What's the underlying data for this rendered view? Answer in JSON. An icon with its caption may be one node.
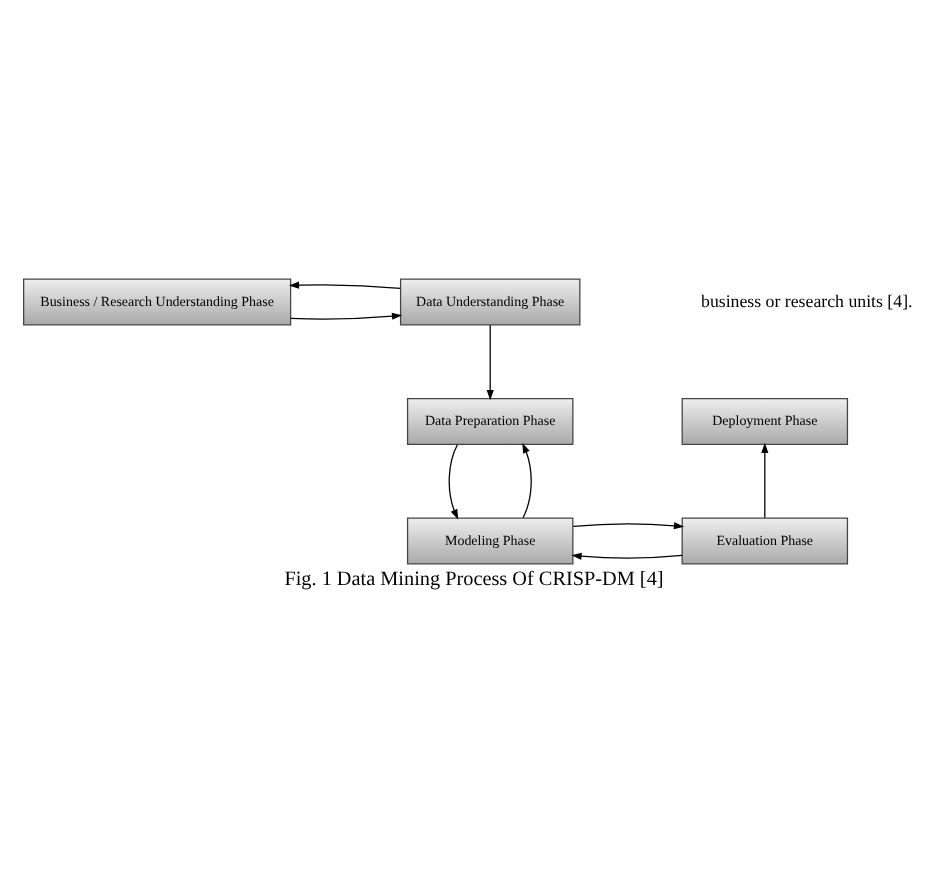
{
  "diagram": {
    "caption": "Fig. 1 Data Mining Process Of CRISP-DM [4]",
    "nodes": [
      {
        "text": [
          "Business / Research Understanding Phase"
        ]
      },
      {
        "text": [
          "Data Understanding Phase"
        ]
      },
      {
        "text": [
          "Data Preparation Phase"
        ]
      },
      {
        "text": [
          "Modeling Phase"
        ]
      },
      {
        "text": [
          "Evaluation Phase"
        ]
      },
      {
        "text": [
          "Deployment Phase"
        ]
      }
    ],
    "edges": [
      {
        "from": 0,
        "to": 1,
        "arrow": "to"
      },
      {
        "from": 1,
        "to": 0,
        "arrow": "to"
      },
      {
        "from": 1,
        "to": 2,
        "arrow": "to"
      },
      {
        "from": 3,
        "to": 2,
        "arrow": "to"
      },
      {
        "from": 2,
        "to": 3,
        "arrow": "to"
      },
      {
        "from": 4,
        "to": 3,
        "arrow": "to"
      },
      {
        "from": 3,
        "to": 4,
        "arrow": "to"
      },
      {
        "from": 4,
        "to": 5,
        "arrow": "to"
      }
    ],
    "labels": [
      "business or research units [4]."
    ]
  }
}
